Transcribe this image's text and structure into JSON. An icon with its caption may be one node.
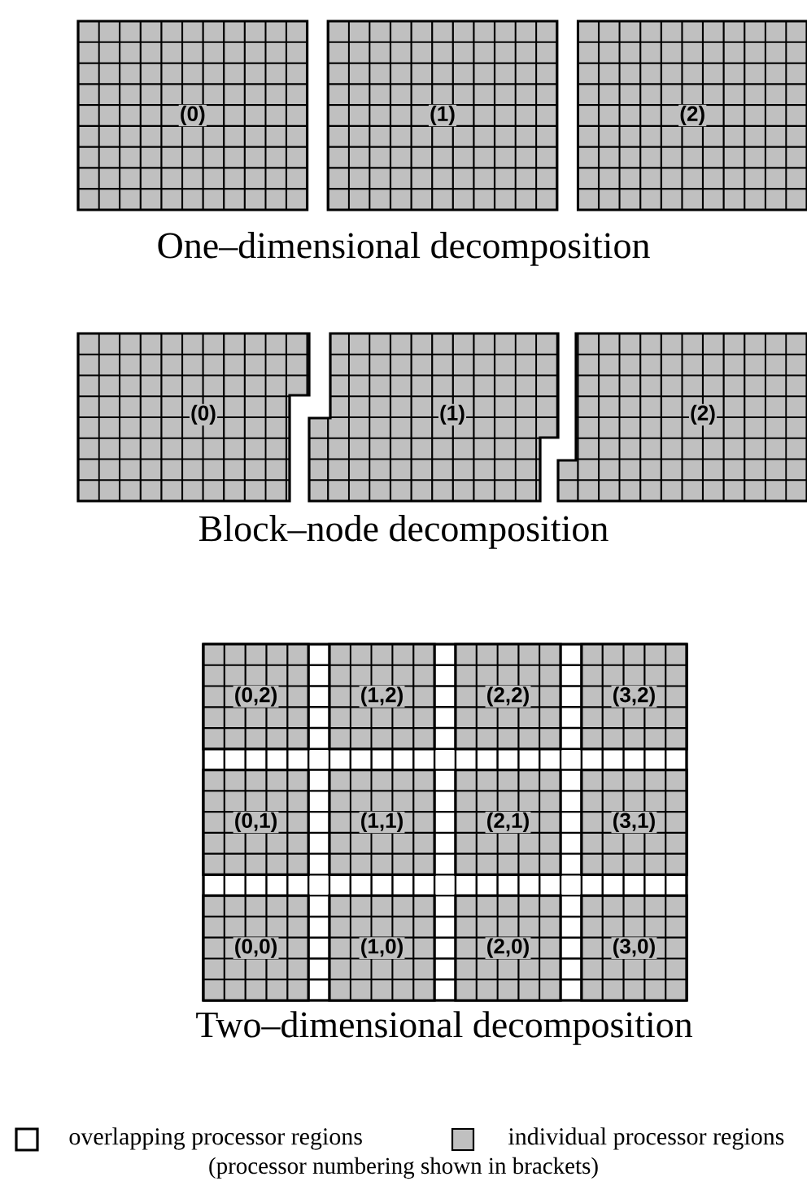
{
  "diagram": {
    "nodes": [
      {
        "text": [
          "(0)"
        ]
      },
      {
        "text": [
          "(1)"
        ]
      },
      {
        "text": [
          "(2)"
        ]
      },
      {
        "text": [
          "(0)"
        ]
      },
      {
        "text": [
          "(1)"
        ]
      },
      {
        "text": [
          "(2)"
        ]
      },
      {
        "text": [
          "(0,2)"
        ]
      },
      {
        "text": [
          "(1,2)"
        ]
      },
      {
        "text": [
          "(2,2)"
        ]
      },
      {
        "text": [
          "(3,2)"
        ]
      },
      {
        "text": [
          "(0,1)"
        ]
      },
      {
        "text": [
          "(1,1)"
        ]
      },
      {
        "text": [
          "(2,1)"
        ]
      },
      {
        "text": [
          "(3,1)"
        ]
      },
      {
        "text": [
          "(0,0)"
        ]
      },
      {
        "text": [
          "(1,0)"
        ]
      },
      {
        "text": [
          "(2,0)"
        ]
      },
      {
        "text": [
          "(3,0)"
        ]
      }
    ],
    "labels": [
      "One–dimensional decomposition",
      "Block–node decomposition",
      "Two–dimensional decomposition",
      "(processor numbering shown in brackets)"
    ],
    "legend": [
      {
        "text": "overlapping processor regions"
      },
      {
        "text": "individual processor regions",
        "color": "#c0c0c0"
      }
    ]
  }
}
